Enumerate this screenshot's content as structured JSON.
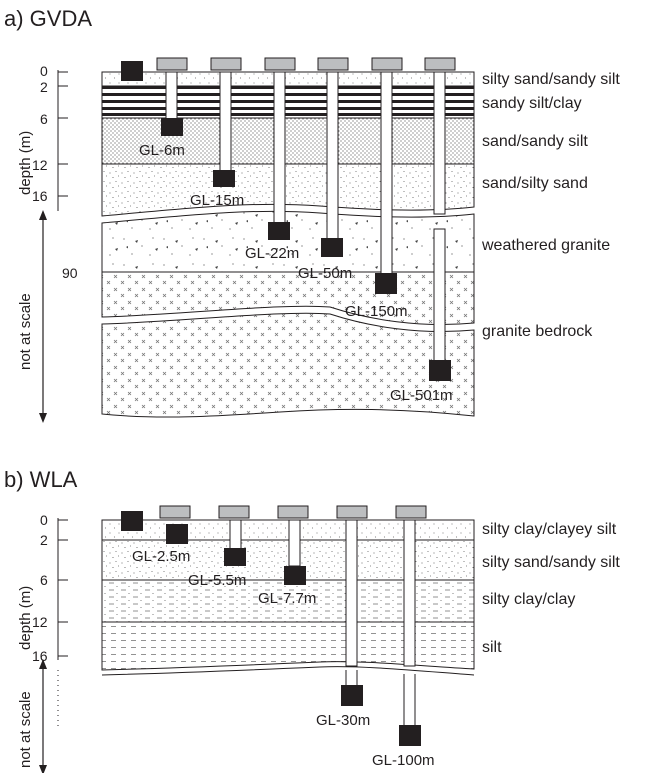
{
  "panel_a": {
    "title": "a) GVDA",
    "depth_axis_label": "depth (m)",
    "scale_label": "not at scale",
    "depth_ticks": [
      "0",
      "2",
      "6",
      "12",
      "16"
    ],
    "deep_tick": "90",
    "layers": [
      "silty sand/sandy silt",
      "sandy silt/clay",
      "sand/sandy silt",
      "sand/silty sand",
      "weathered granite",
      "granite bedrock"
    ],
    "sensors": [
      "GL-6m",
      "GL-15m",
      "GL-22m",
      "GL-50m",
      "GL-150m",
      "GL-501m"
    ]
  },
  "panel_b": {
    "title": "b) WLA",
    "depth_axis_label": "depth (m)",
    "scale_label": "not at scale",
    "depth_ticks": [
      "0",
      "2",
      "6",
      "12",
      "16"
    ],
    "layers": [
      "silty clay/clayey silt",
      "silty sand/sandy silt",
      "silty clay/clay",
      "silt"
    ],
    "sensors": [
      "GL-2.5m",
      "GL-5.5m",
      "GL-7.7m",
      "GL-30m",
      "GL-100m"
    ]
  },
  "colors": {
    "ink": "#231f20",
    "cap": "#bcbec0",
    "sensor": "#231f20"
  }
}
